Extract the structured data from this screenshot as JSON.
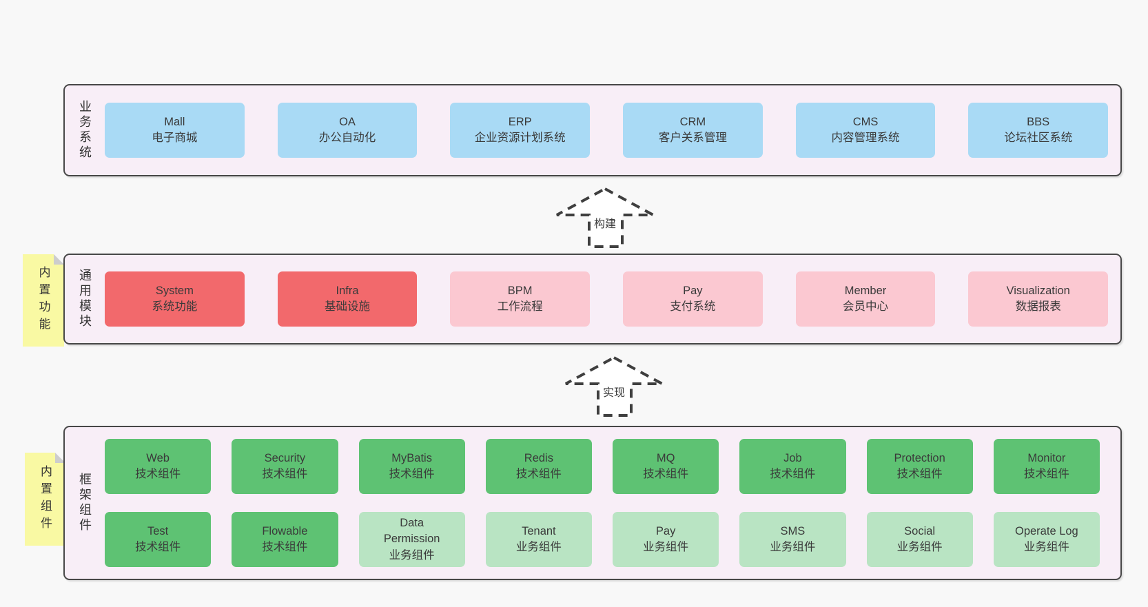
{
  "colors": {
    "page_bg": "#f8f8f8",
    "band_bg": "#f8eef7",
    "band_border": "#474747",
    "blue": "#a9daf5",
    "red": "#f2696c",
    "pink": "#fbc8d1",
    "green": "#5ec273",
    "light_green": "#b9e4c3",
    "sticky": "#f9f9a3",
    "sticky_fold": "#cdcdcd",
    "text": "#3a3a3a"
  },
  "arrows": [
    {
      "label": "构建"
    },
    {
      "label": "实现"
    }
  ],
  "bands": [
    {
      "label": "业务系统",
      "note": null,
      "rows": [
        [
          {
            "name": "Mall",
            "subtitle": "电子商城",
            "variant": "blue"
          },
          {
            "name": "OA",
            "subtitle": "办公自动化",
            "variant": "blue"
          },
          {
            "name": "ERP",
            "subtitle": "企业资源计划系统",
            "variant": "blue"
          },
          {
            "name": "CRM",
            "subtitle": "客户关系管理",
            "variant": "blue"
          },
          {
            "name": "CMS",
            "subtitle": "内容管理系统",
            "variant": "blue"
          },
          {
            "name": "BBS",
            "subtitle": "论坛社区系统",
            "variant": "blue"
          }
        ]
      ]
    },
    {
      "label": "通用模块",
      "note": "内置功能",
      "rows": [
        [
          {
            "name": "System",
            "subtitle": "系统功能",
            "variant": "red"
          },
          {
            "name": "Infra",
            "subtitle": "基础设施",
            "variant": "red"
          },
          {
            "name": "BPM",
            "subtitle": "工作流程",
            "variant": "pink"
          },
          {
            "name": "Pay",
            "subtitle": "支付系统",
            "variant": "pink"
          },
          {
            "name": "Member",
            "subtitle": "会员中心",
            "variant": "pink"
          },
          {
            "name": "Visualization",
            "subtitle": "数据报表",
            "variant": "pink"
          }
        ]
      ]
    },
    {
      "label": "框架组件",
      "note": "内置组件",
      "rows": [
        [
          {
            "name": "Web",
            "subtitle": "技术组件",
            "variant": "green"
          },
          {
            "name": "Security",
            "subtitle": "技术组件",
            "variant": "green"
          },
          {
            "name": "MyBatis",
            "subtitle": "技术组件",
            "variant": "green"
          },
          {
            "name": "Redis",
            "subtitle": "技术组件",
            "variant": "green"
          },
          {
            "name": "MQ",
            "subtitle": "技术组件",
            "variant": "green"
          },
          {
            "name": "Job",
            "subtitle": "技术组件",
            "variant": "green"
          },
          {
            "name": "Protection",
            "subtitle": "技术组件",
            "variant": "green"
          },
          {
            "name": "Monitor",
            "subtitle": "技术组件",
            "variant": "green"
          }
        ],
        [
          {
            "name": "Test",
            "subtitle": "技术组件",
            "variant": "green"
          },
          {
            "name": "Flowable",
            "subtitle": "技术组件",
            "variant": "green"
          },
          {
            "name": "Data\nPermission",
            "subtitle": "业务组件",
            "variant": "light-green"
          },
          {
            "name": "Tenant",
            "subtitle": "业务组件",
            "variant": "light-green"
          },
          {
            "name": "Pay",
            "subtitle": "业务组件",
            "variant": "light-green"
          },
          {
            "name": "SMS",
            "subtitle": "业务组件",
            "variant": "light-green"
          },
          {
            "name": "Social",
            "subtitle": "业务组件",
            "variant": "light-green"
          },
          {
            "name": "Operate Log",
            "subtitle": "业务组件",
            "variant": "light-green"
          }
        ]
      ]
    }
  ]
}
